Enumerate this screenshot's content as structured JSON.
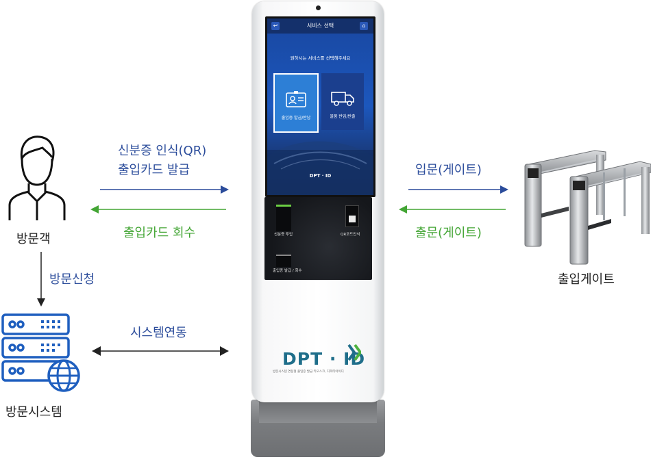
{
  "actors": {
    "visitor": "방문객",
    "visit_system": "방문시스템",
    "gate": "출입게이트"
  },
  "flows": {
    "visit_request": "방문신청",
    "id_recognition_line1": "신분증 인식(QR)",
    "id_recognition_line2": "출입카드 발급",
    "card_return": "출입카드 회수",
    "system_link": "시스템연동",
    "entry": "입문(게이트)",
    "exit": "출문(게이트)"
  },
  "kiosk": {
    "screen_title": "서비스 선택",
    "screen_prompt": "원하시는 서비스를 선택해주세요",
    "tile_pass": "출입증 발급/반납",
    "tile_goods": "물품 반입/반출",
    "screen_logo": "DPT · ID",
    "slot_id": "신분증 투입",
    "slot_qr": "QR코드인식",
    "slot_card": "출입증 발급 / 회수",
    "brand": "DPT · ID",
    "brand_tagline": "방문시스템 연동형 출입증 발급 키오스크, 디피티아이디"
  },
  "colors": {
    "blue_arrow": "#2b4c9b",
    "green_arrow": "#43a534",
    "black_arrow": "#222222",
    "server_blue": "#1f5fbf"
  },
  "icons": [
    "user-icon",
    "server-icon",
    "globe-icon",
    "turnstile-gate-image",
    "kiosk-image"
  ]
}
